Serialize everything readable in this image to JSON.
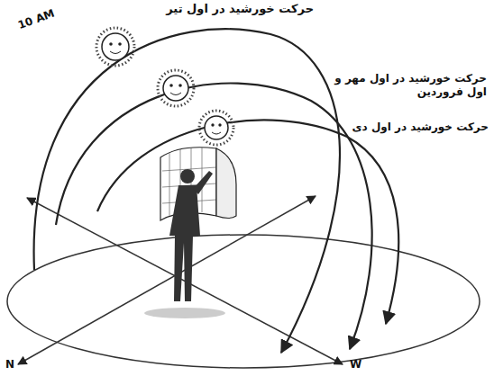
{
  "diagram": {
    "labels": [
      "حرکت خورشید در اول تیر",
      "10 AM",
      "حرکت خورشید در اول مهر و اول فروردین",
      "حرکت خورشید در اول دی",
      "N",
      "W"
    ]
  }
}
